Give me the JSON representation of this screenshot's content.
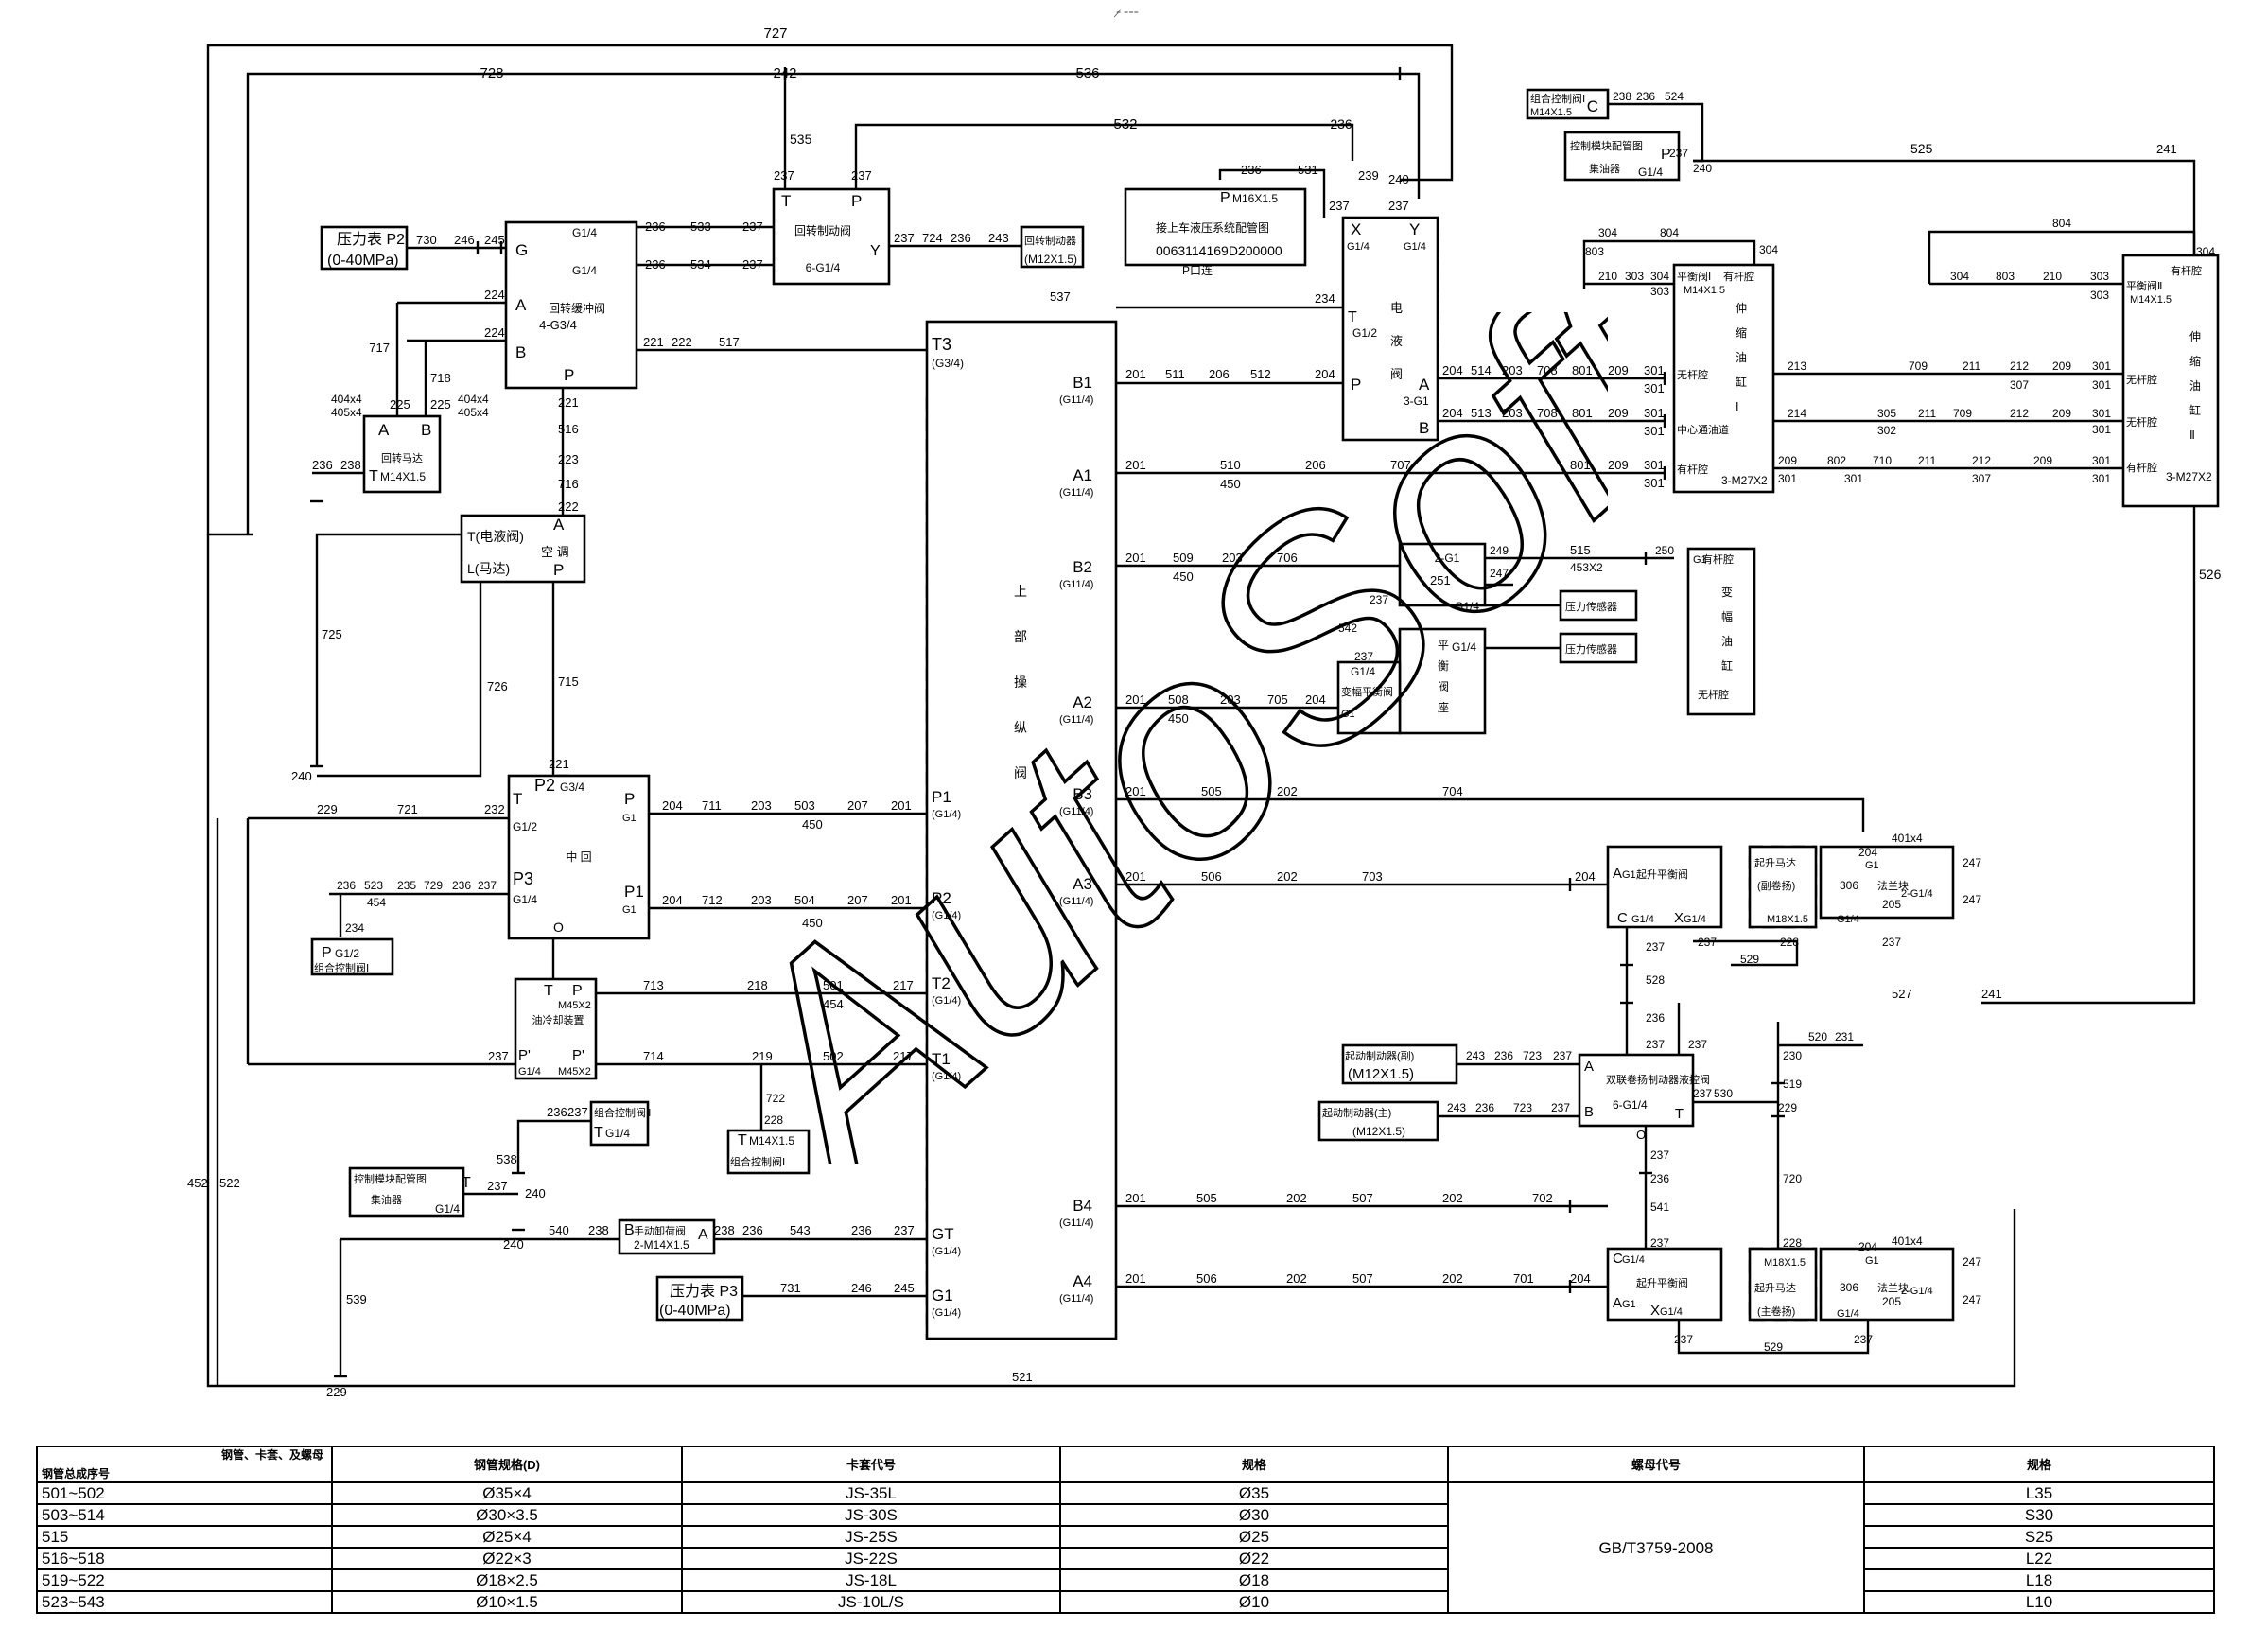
{
  "header": {
    "mark": "⁼̸ ⁼⁼⁼"
  },
  "watermark": {
    "text": "AutoSoft"
  },
  "diagram": {
    "lines": [
      "727",
      "728",
      "242",
      "536",
      "532",
      "236",
      "531",
      "239",
      "240",
      "237",
      "535",
      "237",
      "237",
      "538"
    ],
    "labels": {
      "p2_gauge": "压力表 P2",
      "p2_range": "(0-40MPa)",
      "p3_gauge": "压力表 P3",
      "p3_range": "(0-40MPa)",
      "rotary_buffer": "回转缓冲阀",
      "rotary_buffer_spec": "4-G3/4",
      "rotary_brake_valve": "回转制动阀",
      "rotary_brake_valve_spec": "6-G1/4",
      "rotary_brake": "回转制动器",
      "rotary_brake_spec": "(M12X1.5)",
      "rotary_motor": "回转马达",
      "rotary_motor_spec": "M14X1.5",
      "ac_unit": "空 调",
      "solenoid_t": "T(电液阀)",
      "motor_l": "L(马达)",
      "center_rev": "中 回",
      "oil_cooler": "油冷却装置",
      "oil_cooler_spec": "M45X2",
      "combo_valve_1": "组合控制阀Ⅰ",
      "combo_valve_2": "组合控制阀Ⅱ",
      "combo_valve_3": "组合控制阀Ⅰ",
      "combo_valve_3_spec": "M14X1.5",
      "ctrl_block": "控制模块配管图",
      "accumulator": "集油器",
      "manual_unload": "手动卸荷阀",
      "manual_unload_spec": "2-M14X1.5",
      "upper_valve": "上 部 操 纵 阀",
      "solenoid_valve": "电 液 阀",
      "solenoid_spec": "3-G1",
      "pipe_note_1": "接上车液压系统配管图",
      "pipe_note_2": "0063114169D200000",
      "pipe_note_3": "P口连",
      "balance_1": "平衡阀Ⅰ",
      "balance_2": "平衡阀Ⅱ",
      "boom_cyl_1": "伸 缩 油 缸 Ⅰ",
      "boom_cyl_2": "伸 缩 油 缸 Ⅱ",
      "rod_side": "有杆腔",
      "no_rod_side": "无杆腔",
      "middle_channel": "中心通油道",
      "cyl_port": "3-M27X2",
      "luff_balance": "变幅平衡阀",
      "balance_seat": "平 衡 阀 座",
      "pressure_sensor": "压力传感器",
      "luff_cyl": "变 幅 油 缸",
      "hoist_balance": "起升平衡阀",
      "hoist_motor_aux": "起升马达 (副卷扬)",
      "hoist_motor_main": "起升马达 (主卷扬)",
      "motor_spec": "M18X1.5",
      "flange_block": "法兰块",
      "brake_aux": "起动制动器(副)",
      "brake_main": "起动制动器(主)",
      "brake_spec": "(M12X1.5)",
      "dual_brake": "双联卷扬制动器液控阀",
      "dual_brake_spec": "6-G1/4"
    }
  },
  "table": {
    "header_topright": "钢管、卡套、及螺母",
    "header_bottomleft": "钢管总成序号",
    "columns": [
      "钢管规格(D)",
      "卡套代号",
      "规格",
      "螺母代号",
      "规格"
    ],
    "nut_standard": "GB/T3759-2008",
    "rows": [
      {
        "seq": "501~502",
        "pipe": "Ø35×4",
        "ferrule": "JS-35L",
        "size": "Ø35",
        "nut": "L35"
      },
      {
        "seq": "503~514",
        "pipe": "Ø30×3.5",
        "ferrule": "JS-30S",
        "size": "Ø30",
        "nut": "S30"
      },
      {
        "seq": "515",
        "pipe": "Ø25×4",
        "ferrule": "JS-25S",
        "size": "Ø25",
        "nut": "S25"
      },
      {
        "seq": "516~518",
        "pipe": "Ø22×3",
        "ferrule": "JS-22S",
        "size": "Ø22",
        "nut": "L22"
      },
      {
        "seq": "519~522",
        "pipe": "Ø18×2.5",
        "ferrule": "JS-18L",
        "size": "Ø18",
        "nut": "L18"
      },
      {
        "seq": "523~543",
        "pipe": "Ø10×1.5",
        "ferrule": "JS-10L/S",
        "size": "Ø10",
        "nut": "L10"
      }
    ]
  }
}
